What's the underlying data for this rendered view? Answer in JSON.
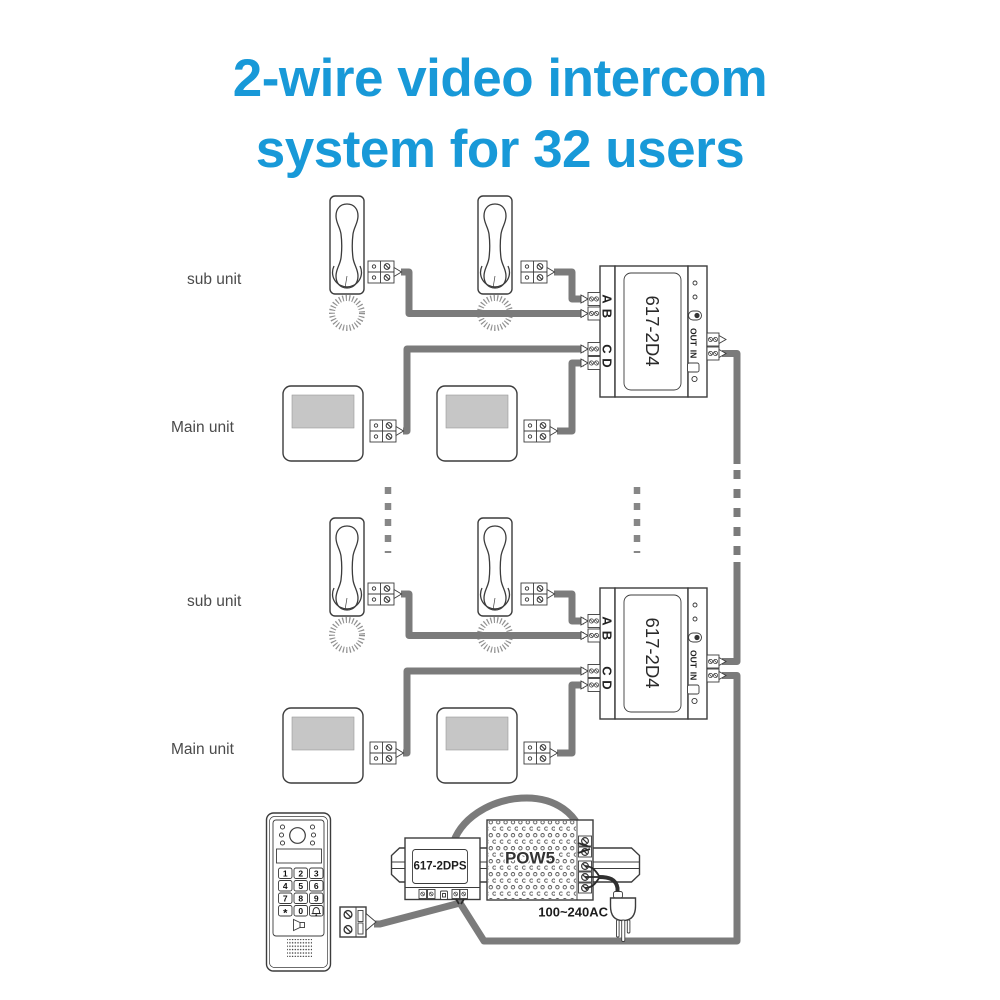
{
  "title": {
    "line1": "2-wire video intercom",
    "line2": "system for 32 users"
  },
  "labels": {
    "sub_unit": "sub unit",
    "main_unit": "Main unit"
  },
  "distributor": {
    "model": "617-2D4",
    "port_a": "A",
    "port_b": "B",
    "port_c": "C",
    "port_d": "D",
    "out_label": "OUT",
    "in_label": "IN"
  },
  "din_power_supply": {
    "model": "617-2DPS"
  },
  "power_module": {
    "model": "POW5"
  },
  "ac_rating": "100~240AC",
  "door_station": {
    "keys": [
      "1",
      "2",
      "3",
      "4",
      "5",
      "6",
      "7",
      "8",
      "9",
      "*",
      "0"
    ]
  },
  "colors": {
    "accent_blue": "#1899d8",
    "wire_gray": "#7b7b7b",
    "device_stroke": "#3c3c3c",
    "screen_gray": "#c6c6c6",
    "label_gray": "#4a4a4a"
  }
}
